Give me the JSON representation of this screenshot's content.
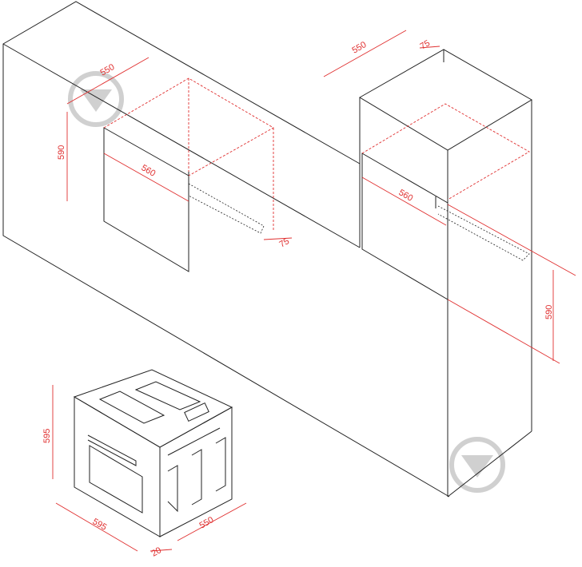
{
  "dimensions": {
    "left_niche": {
      "width": "550",
      "height": "590",
      "depth": "560",
      "vent": "75"
    },
    "right_column": {
      "width": "550",
      "vent": "75",
      "depth": "560",
      "height": "590"
    },
    "oven": {
      "height": "595",
      "width": "595",
      "depth": "550",
      "door": "20"
    }
  },
  "colors": {
    "dimension_lines": "#e03030",
    "outline": "#222222",
    "watermark": "#d0d0d0"
  },
  "watermark_icon": "brand-logo-circle"
}
